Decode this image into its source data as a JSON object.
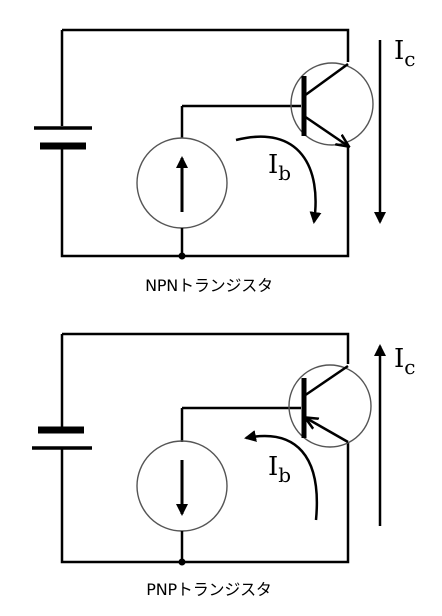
{
  "diagrams": [
    {
      "caption": "NPNトランジスタ",
      "collector_current_label": {
        "main": "I",
        "sub": "c"
      },
      "base_current_label": {
        "main": "I",
        "sub": "b"
      }
    },
    {
      "caption": "PNPトランジスタ",
      "collector_current_label": {
        "main": "I",
        "sub": "c"
      },
      "base_current_label": {
        "main": "I",
        "sub": "b"
      }
    }
  ],
  "colors": {
    "line": "#000000",
    "circle_stroke": "#333333",
    "background": "#ffffff"
  },
  "icons": [
    "battery-icon",
    "current-source-icon",
    "transistor-icon",
    "current-arrow-icon"
  ]
}
